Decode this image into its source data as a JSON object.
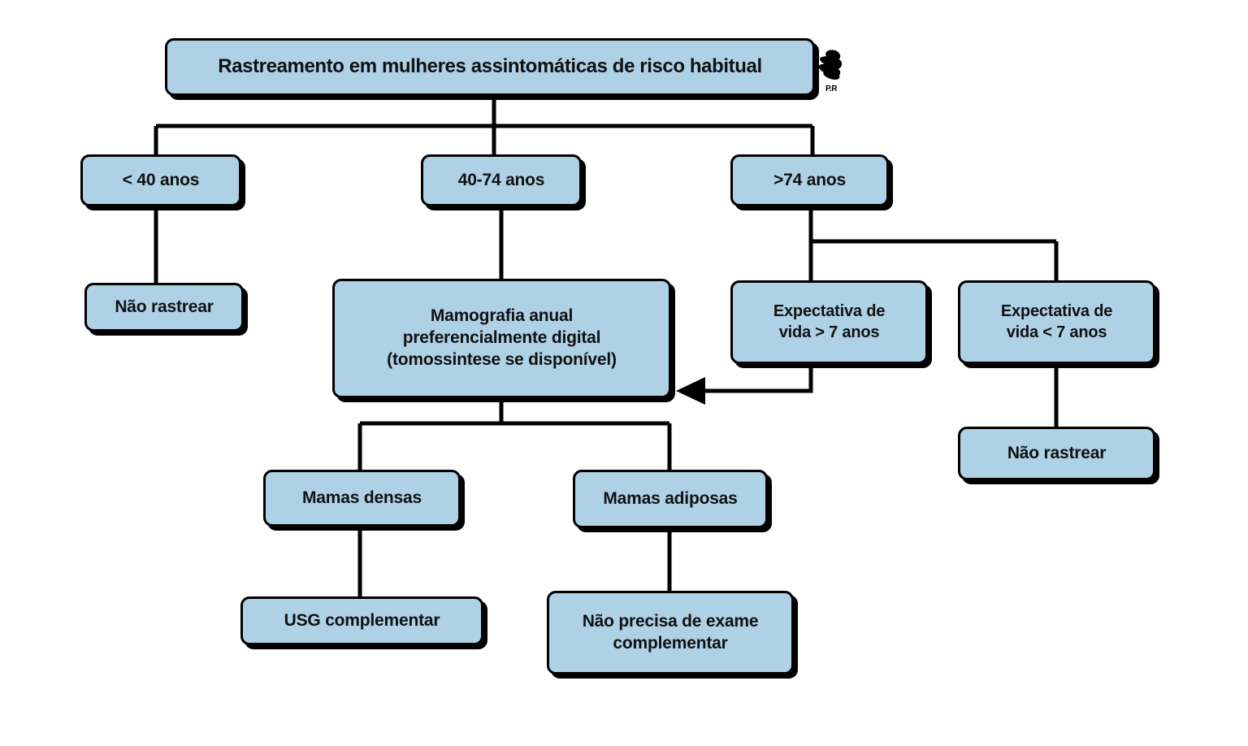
{
  "diagram": {
    "type": "flowchart",
    "title": "Rastreamento em mulheres assintomáticas de risco habitual",
    "logo": {
      "mark_name": "brain-ribbon-logo",
      "initials": "P.R"
    },
    "nodes": {
      "root": "Rastreamento em mulheres assintomáticas de risco habitual",
      "age_under40": "< 40 anos",
      "age_40_74": "40-74 anos",
      "age_over74": ">74 anos",
      "no_screen_left": "Não rastrear",
      "mammography": "Mamografia anual\npreferencialmente digital\n(tomossintese se disponível)",
      "life_exp_over7": "Expectativa de\nvida > 7 anos",
      "life_exp_under7": "Expectativa de\nvida < 7 anos",
      "no_screen_right": "Não rastrear",
      "dense_breasts": "Mamas densas",
      "fatty_breasts": "Mamas adiposas",
      "usg": "USG complementar",
      "no_extra_exam": "Não precisa de exame\ncomplementar"
    },
    "edges": [
      {
        "name": "root-to-age-branch",
        "from": "root",
        "to": [
          "age_under40",
          "age_40_74",
          "age_over74"
        ],
        "style": "orthogonal"
      },
      {
        "name": "age-under40-to-no-screen",
        "from": "age_under40",
        "to": "no_screen_left",
        "style": "straight"
      },
      {
        "name": "age-40-74-to-mammography",
        "from": "age_40_74",
        "to": "mammography",
        "style": "straight"
      },
      {
        "name": "age-over74-to-life-expectancy",
        "from": "age_over74",
        "to": [
          "life_exp_over7",
          "life_exp_under7"
        ],
        "style": "orthogonal"
      },
      {
        "name": "life-exp-over7-to-mammography",
        "from": "life_exp_over7",
        "to": "mammography",
        "style": "orthogonal-arrow",
        "arrowhead": "left"
      },
      {
        "name": "life-exp-under7-to-no-screen",
        "from": "life_exp_under7",
        "to": "no_screen_right",
        "style": "straight"
      },
      {
        "name": "mammography-to-breast-density",
        "from": "mammography",
        "to": [
          "dense_breasts",
          "fatty_breasts"
        ],
        "style": "orthogonal"
      },
      {
        "name": "dense-breasts-to-usg",
        "from": "dense_breasts",
        "to": "usg",
        "style": "straight"
      },
      {
        "name": "fatty-breasts-to-no-extra-exam",
        "from": "fatty_breasts",
        "to": "no_extra_exam",
        "style": "straight"
      }
    ],
    "colors": {
      "node_fill": "#aed1e6",
      "node_border": "#000000",
      "edge": "#000000",
      "text": "#111111",
      "background": "#ffffff"
    }
  }
}
